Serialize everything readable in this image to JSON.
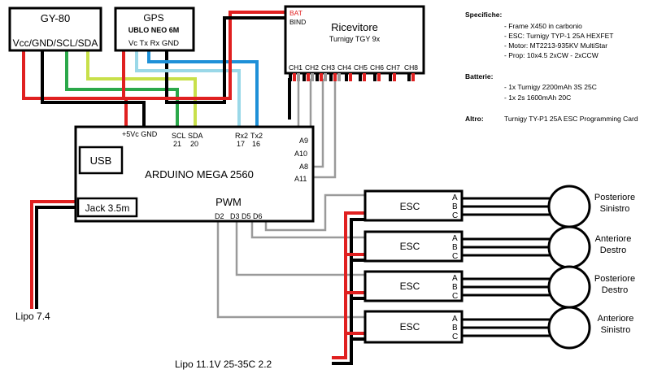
{
  "colors": {
    "red": "#e02020",
    "black": "#000000",
    "gray": "#9a9a9a",
    "green": "#2ba84a",
    "lime": "#c8e04a",
    "lightblue": "#9ad8e8",
    "blue": "#1e90d8",
    "bat_text": "#e02020"
  },
  "gy80": {
    "title": "GY-80",
    "pins": "Vcc/GND/SCL/SDA"
  },
  "gps": {
    "title": "GPS",
    "model": "UBLO NEO 6M",
    "pins": "Vc Tx Rx GND"
  },
  "receiver": {
    "title": "Ricevitore",
    "model": "Turnigy TGY 9x",
    "bat_label": "BAT",
    "bind_label": "BIND",
    "channels": [
      "CH1",
      "CH2",
      "CH3",
      "CH4",
      "CH5",
      "CH6",
      "CH7",
      "CH8"
    ]
  },
  "arduino": {
    "title": "ARDUINO MEGA 2560",
    "usb": "USB",
    "jack": "Jack 3.5m",
    "pwm": "PWM",
    "power_pins": "+5Vc GND",
    "scl": "SCL",
    "sda": "SDA",
    "scl_num": "21",
    "sda_num": "20",
    "rx2": "Rx2",
    "tx2": "Tx2",
    "rx2_num": "17",
    "tx2_num": "16",
    "analog_pins": [
      "A9",
      "A10",
      "A8",
      "A11"
    ],
    "pwm_pins": "D2   D3 D5 D6"
  },
  "escs": [
    {
      "label": "ESC",
      "pins": [
        "A",
        "B",
        "C"
      ],
      "motor": [
        "Posteriore",
        "Sinistro"
      ]
    },
    {
      "label": "ESC",
      "pins": [
        "A",
        "B",
        "C"
      ],
      "motor": [
        "Anteriore",
        "Destro"
      ]
    },
    {
      "label": "ESC",
      "pins": [
        "A",
        "B",
        "C"
      ],
      "motor": [
        "Posteriore",
        "Destro"
      ]
    },
    {
      "label": "ESC",
      "pins": [
        "A",
        "B",
        "C"
      ],
      "motor": [
        "Anteriore",
        "Sinistro"
      ]
    }
  ],
  "lipo_small": "Lipo 7.4",
  "lipo_main": "Lipo 11.1V 25-35C 2.2",
  "specs": {
    "title": "Specifiche:",
    "items": [
      "- Frame X450 in carbonio",
      "- ESC: Turnigy TYP-1 25A HEXFET",
      "- Motor: MT2213-935KV MultiStar",
      "- Prop: 10x4.5 2xCW - 2xCCW"
    ],
    "battery_title": "Batterie:",
    "battery_items": [
      "- 1x Turnigy 2200mAh 3S 25C",
      "- 1x 2s 1600mAh 20C"
    ],
    "other_title": "Altro:",
    "other_value": "Turnigy TY-P1 25A ESC Programming Card"
  }
}
